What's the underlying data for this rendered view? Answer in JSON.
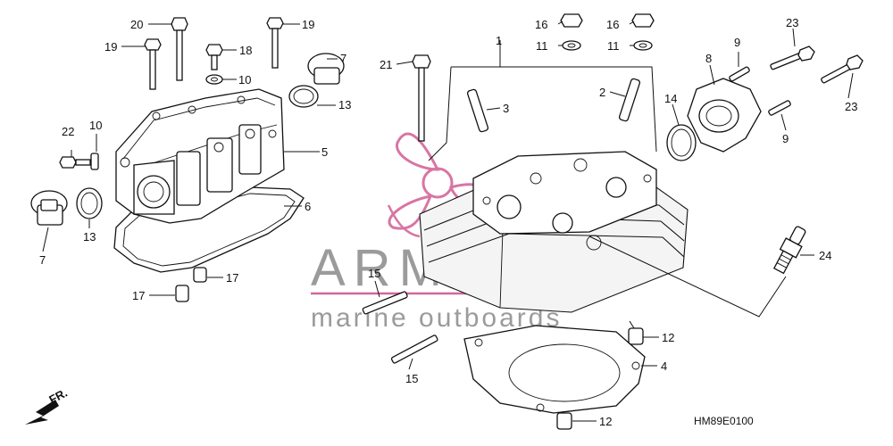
{
  "diagram": {
    "code": "HM89E0100",
    "front_label": "FR.",
    "watermark": {
      "brand": "ARMADA",
      "tagline": "marine outboards",
      "colors": {
        "logo": "#d4679b",
        "text": "#8a8a8a"
      }
    },
    "callouts": [
      {
        "id": "c1",
        "text": "1"
      },
      {
        "id": "c2",
        "text": "2"
      },
      {
        "id": "c3",
        "text": "3"
      },
      {
        "id": "c4",
        "text": "4"
      },
      {
        "id": "c5",
        "text": "5"
      },
      {
        "id": "c6",
        "text": "6"
      },
      {
        "id": "c7a",
        "text": "7"
      },
      {
        "id": "c7b",
        "text": "7"
      },
      {
        "id": "c8",
        "text": "8"
      },
      {
        "id": "c9a",
        "text": "9"
      },
      {
        "id": "c9b",
        "text": "9"
      },
      {
        "id": "c10a",
        "text": "10"
      },
      {
        "id": "c10b",
        "text": "10"
      },
      {
        "id": "c11a",
        "text": "11"
      },
      {
        "id": "c11b",
        "text": "11"
      },
      {
        "id": "c12a",
        "text": "12"
      },
      {
        "id": "c12b",
        "text": "12"
      },
      {
        "id": "c13a",
        "text": "13"
      },
      {
        "id": "c13b",
        "text": "13"
      },
      {
        "id": "c14",
        "text": "14"
      },
      {
        "id": "c15a",
        "text": "15"
      },
      {
        "id": "c15b",
        "text": "15"
      },
      {
        "id": "c16a",
        "text": "16"
      },
      {
        "id": "c16b",
        "text": "16"
      },
      {
        "id": "c17a",
        "text": "17"
      },
      {
        "id": "c17b",
        "text": "17"
      },
      {
        "id": "c18",
        "text": "18"
      },
      {
        "id": "c19a",
        "text": "19"
      },
      {
        "id": "c19b",
        "text": "19"
      },
      {
        "id": "c20",
        "text": "20"
      },
      {
        "id": "c21",
        "text": "21"
      },
      {
        "id": "c22",
        "text": "22"
      },
      {
        "id": "c23a",
        "text": "23"
      },
      {
        "id": "c23b",
        "text": "23"
      },
      {
        "id": "c24",
        "text": "24"
      }
    ]
  }
}
